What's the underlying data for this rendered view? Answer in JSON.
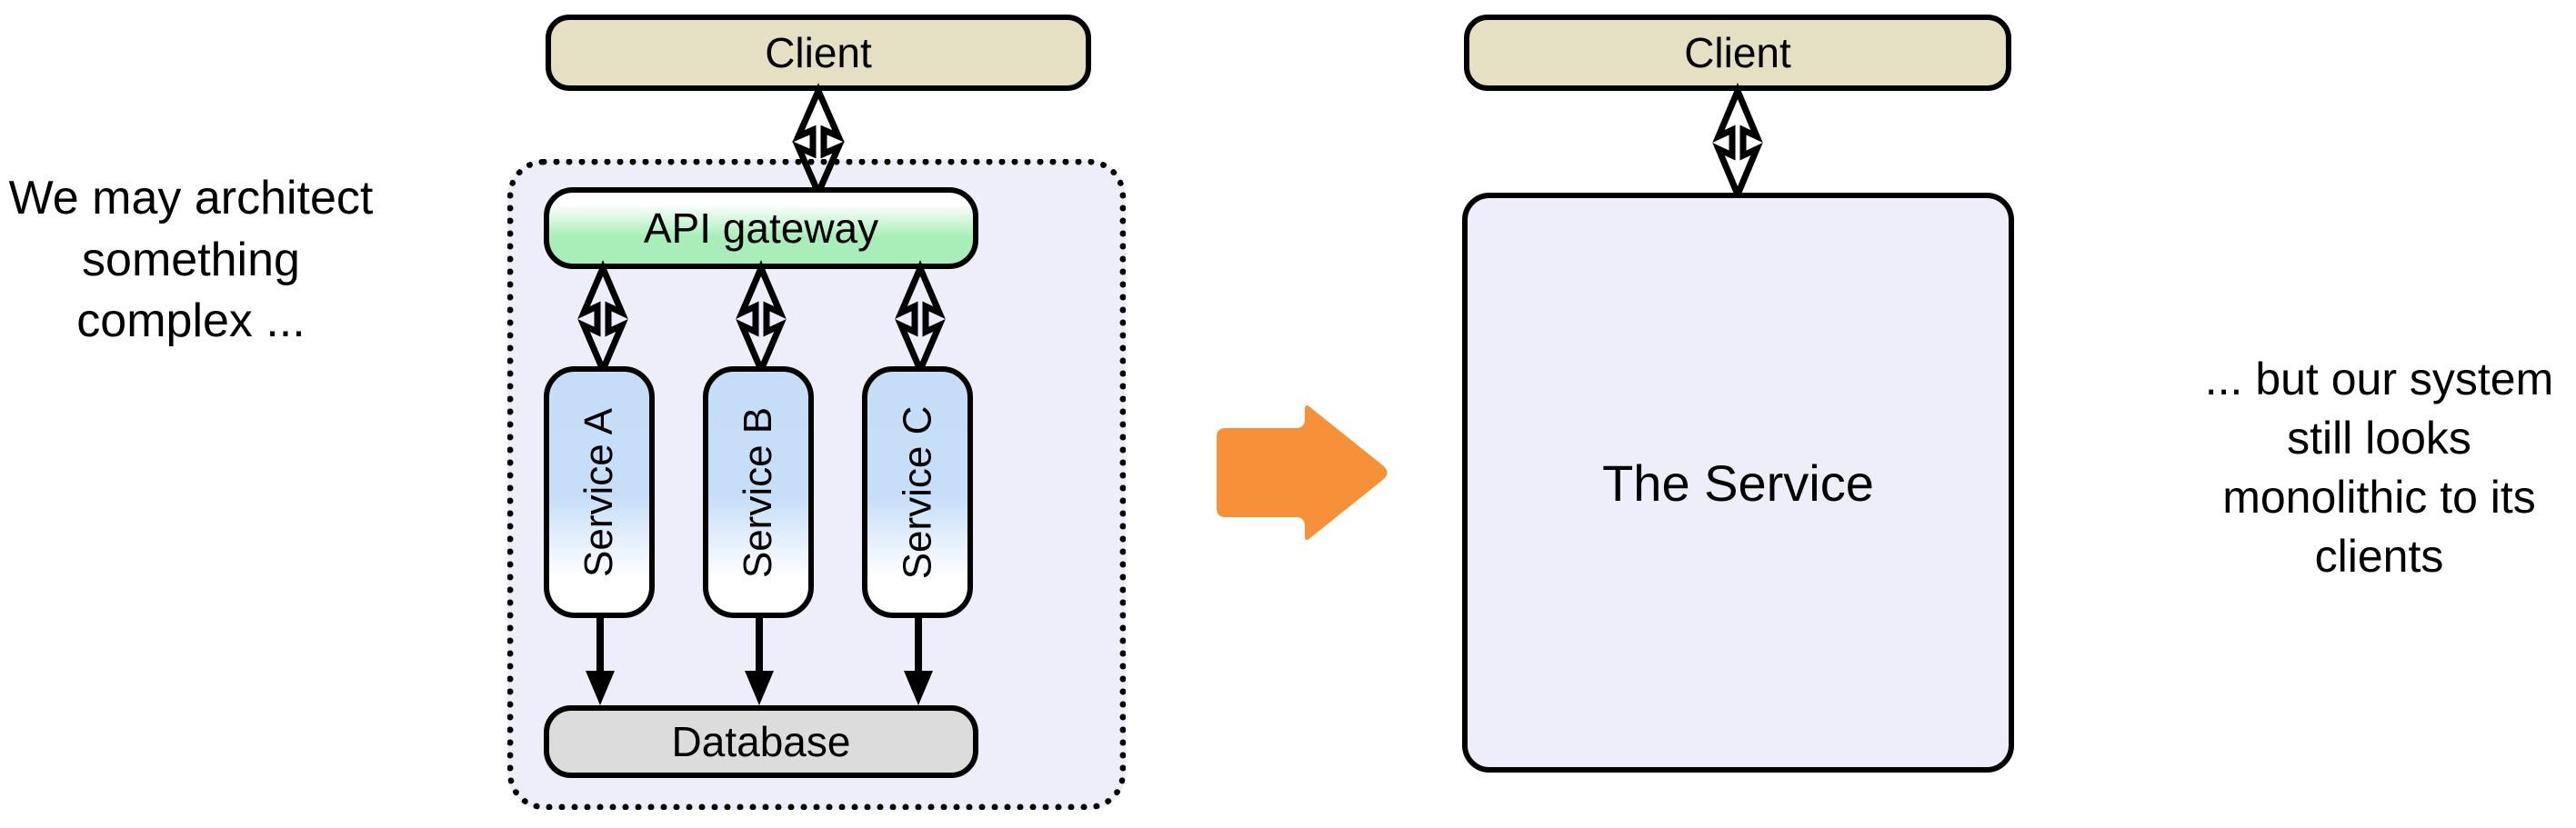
{
  "diagram": {
    "title_not_shown": "",
    "left_caption": "We may architect something complex ...",
    "right_caption": "... but our system still looks monolithic to its clients",
    "left_side": {
      "client_label": "Client",
      "group_label": "",
      "gateway_label": "API gateway",
      "services": [
        {
          "label": "Service A"
        },
        {
          "label": "Service B"
        },
        {
          "label": "Service C"
        }
      ],
      "database_label": "Database"
    },
    "right_side": {
      "client_label": "Client",
      "service_label": "The Service"
    },
    "transform_arrow": {
      "name": "becomes",
      "direction": "right"
    },
    "colors": {
      "client_fill": "#e5e0c3",
      "gateway_fill_top": "#ffffff",
      "gateway_fill_bottom": "#a9edba",
      "service_fill_top": "#c5ddf7",
      "service_fill_bottom": "#ffffff",
      "database_fill": "#dcdcdc",
      "group_fill": "#eeeefb",
      "monolith_fill": "#eeeefb",
      "arrow_orange": "#f79139",
      "stroke": "#000000",
      "page_background": "#ffffff"
    }
  }
}
